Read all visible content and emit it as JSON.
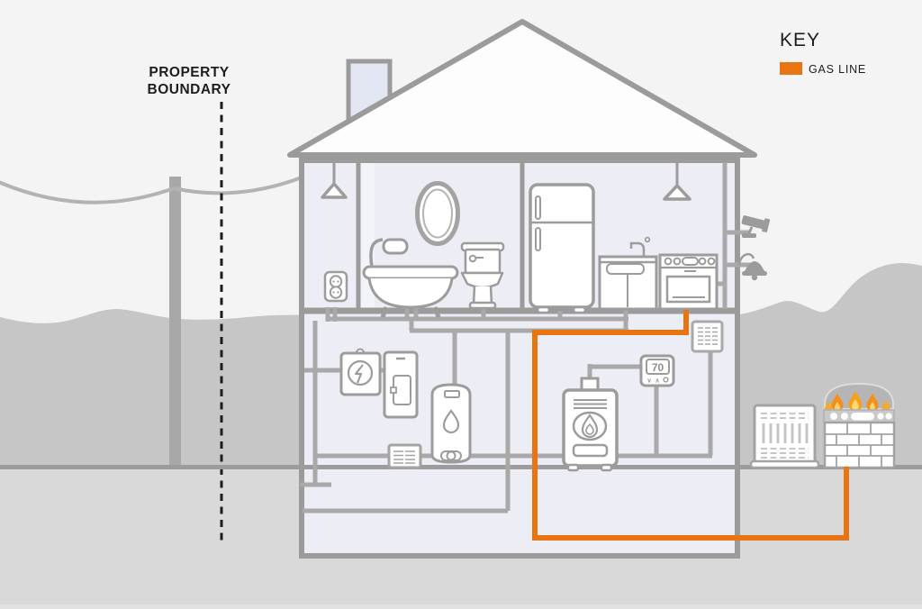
{
  "legend": {
    "title": "KEY",
    "items": [
      {
        "label": "GAS LINE",
        "color": "#e87511"
      }
    ]
  },
  "property_boundary": {
    "label_lines": [
      "PROPERTY",
      "BOUNDARY"
    ]
  },
  "thermostat": {
    "reading": "70",
    "button_down": "∨",
    "button_up": "∧"
  },
  "colors": {
    "gas_line": "#e87511",
    "wall": "#9b9b9b",
    "pipe": "#a9a9a9",
    "sky": "#f4f4f5",
    "hills": "#c6c6c6",
    "ground_line": "#9c9c9c",
    "ground": "#d9d9d9",
    "house_interior": "#ecedf5",
    "text": "#1d1d1b"
  },
  "house_items": {
    "main_floor": [
      "pendant-light",
      "power-outlet",
      "mirror",
      "bathtub-with-shower",
      "toilet",
      "refrigerator",
      "kitchen-sink-cabinet",
      "gas-range",
      "pendant-light"
    ],
    "basement": [
      "electric-meter",
      "breaker-panel",
      "water-heater",
      "floor-vent",
      "gas-furnace",
      "thermostat",
      "wall-vent"
    ],
    "exterior": [
      "utility-pole",
      "power-lines",
      "chimney",
      "security-camera",
      "wall-light",
      "ac-unit",
      "gas-grill"
    ]
  }
}
